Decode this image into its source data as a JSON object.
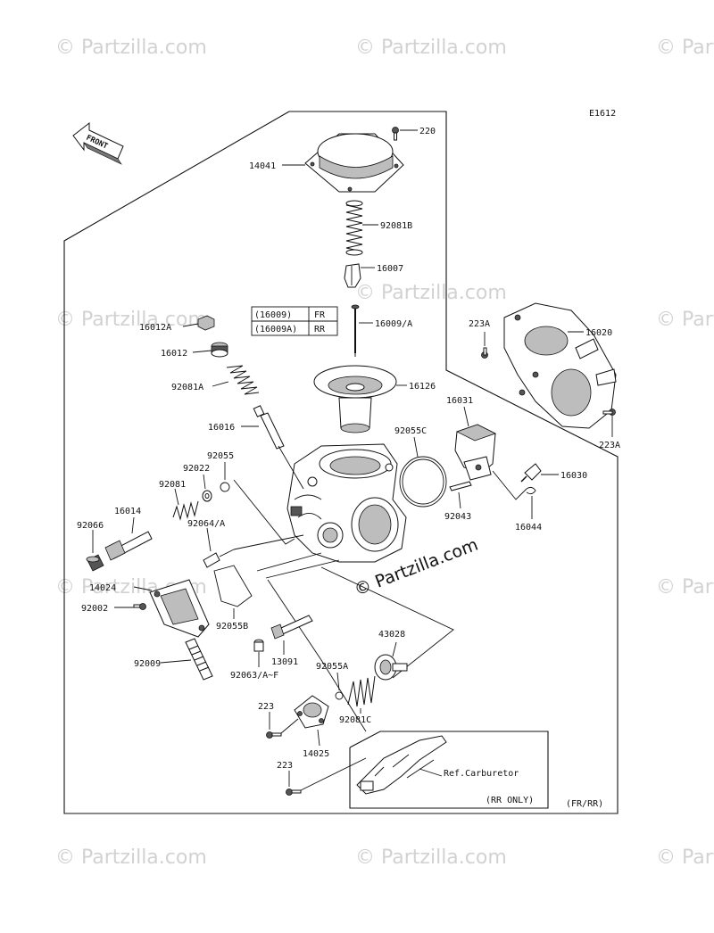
{
  "watermark": {
    "text": "© Partzilla.com",
    "center_text": "© Partzilla.com"
  },
  "diagram": {
    "code": "E1612",
    "front_label": "FRONT",
    "variant_label": "(FR/RR)",
    "ref_box": {
      "ref_label": "Ref.Carburetor",
      "rr_only": "(RR ONLY)"
    },
    "variant_table": {
      "row1": {
        "part": "(16009)",
        "code": "FR"
      },
      "row2": {
        "part": "(16009A)",
        "code": "RR"
      }
    },
    "parts": {
      "p220": "220",
      "p14041": "14041",
      "p92081B": "92081B",
      "p16007": "16007",
      "p16009A": "16009/A",
      "p16012A": "16012A",
      "p16012": "16012",
      "p92081A": "92081A",
      "p16126": "16126",
      "p16016": "16016",
      "p223A_top": "223A",
      "p16020": "16020",
      "p16031": "16031",
      "p223A_right": "223A",
      "p92055C": "92055C",
      "p16030": "16030",
      "p92043": "92043",
      "p16044": "16044",
      "p92055": "92055",
      "p92022": "92022",
      "p92081": "92081",
      "p16014": "16014",
      "p92066": "92066",
      "p92064A": "92064/A",
      "p14024": "14024",
      "p92002": "92002",
      "p92055B": "92055B",
      "p13091": "13091",
      "p92009": "92009",
      "p92063AF": "92063/A~F",
      "p43028": "43028",
      "p92055A": "92055A",
      "p223_upper": "223",
      "p92081C": "92081C",
      "p14025": "14025",
      "p223_lower": "223"
    }
  }
}
